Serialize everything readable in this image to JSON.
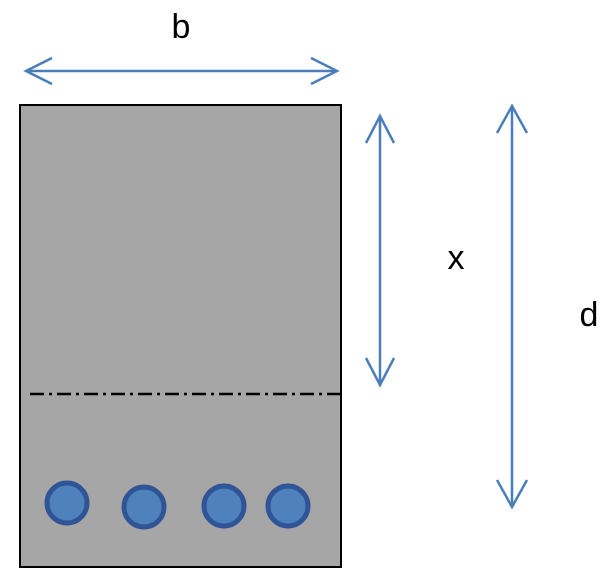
{
  "labels": {
    "width": "b",
    "neutral_axis_depth": "x",
    "effective_depth": "d"
  },
  "colors": {
    "section_fill": "#a6a6a6",
    "section_border": "#000000",
    "arrow": "#4a7ebb",
    "rebar_fill": "#4f81bd",
    "rebar_ring": "#2f5597",
    "neutral_axis": "#000000"
  },
  "rebar": {
    "count": 4
  }
}
